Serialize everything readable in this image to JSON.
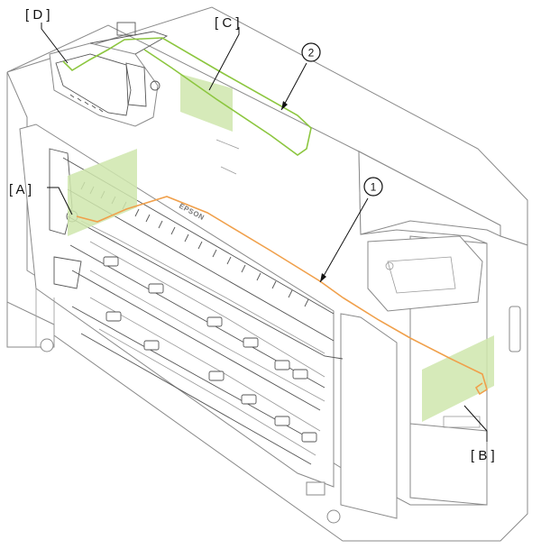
{
  "colors": {
    "route_1": "#f0a04b",
    "route_2": "#8cc63f",
    "highlight": "#cfe6ad",
    "outline": "#8a8a8a"
  },
  "labels": {
    "a": "[ A ]",
    "b": "[ B ]",
    "c": "[ C ]",
    "d": "[ D ]"
  },
  "callouts": {
    "one": "1",
    "two": "2"
  },
  "brand": "EPSON"
}
